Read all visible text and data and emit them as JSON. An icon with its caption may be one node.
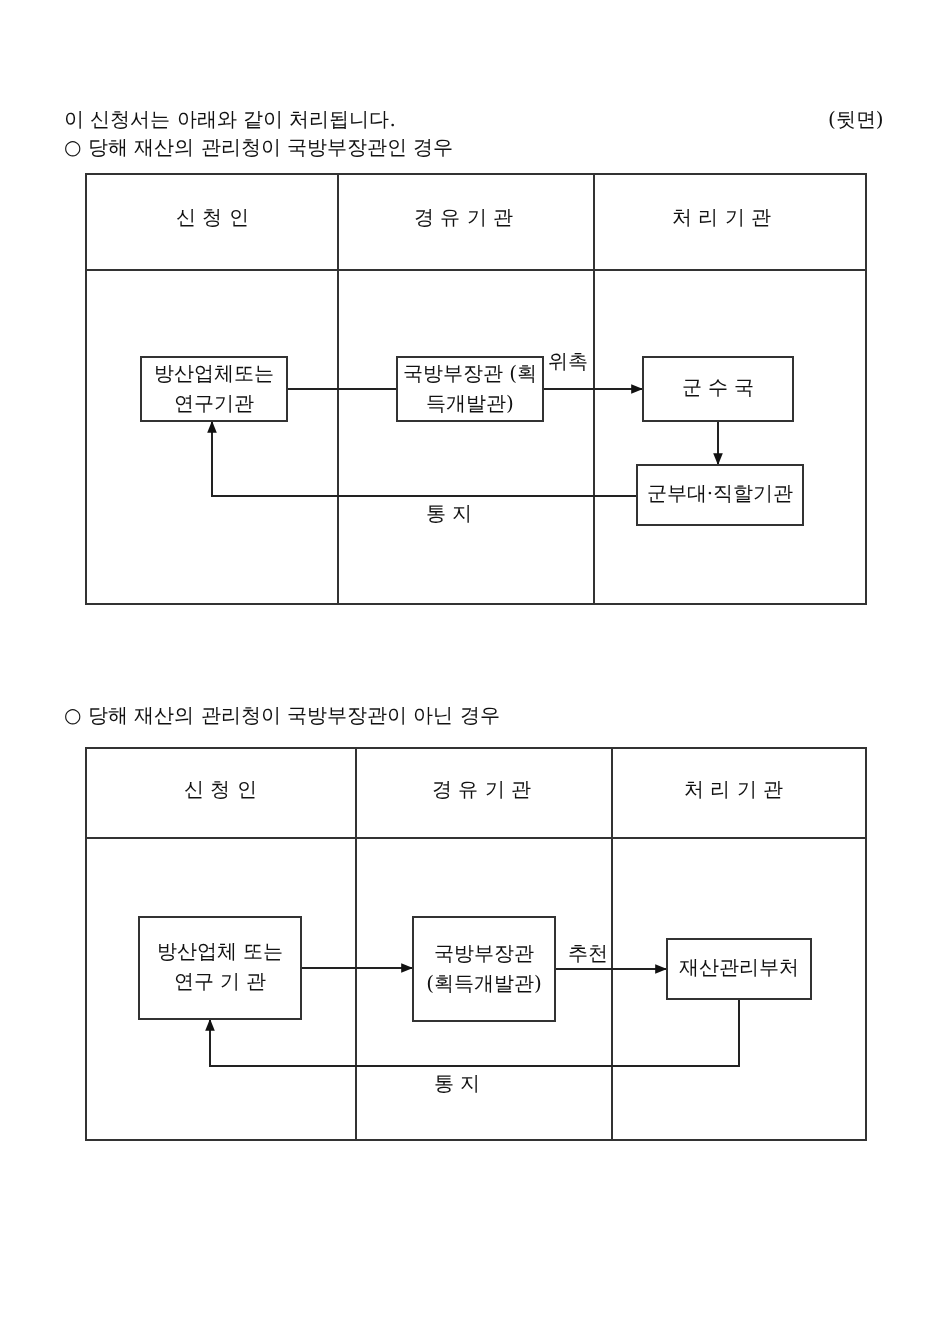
{
  "diagram": {
    "nodes": [
      {
        "text": [
          "방산업체또는 연구기관"
        ]
      },
      {
        "text": [
          "국방부장관 (획득개발관)"
        ]
      },
      {
        "text": [
          "군 수 국"
        ]
      },
      {
        "text": [
          "군부대·직할기관"
        ]
      },
      {
        "text": [
          "방산업체 또는 연구 기 관"
        ]
      },
      {
        "text": [
          "국방부장관 (획득개발관)"
        ]
      },
      {
        "text": [
          "재산관리부처"
        ]
      }
    ],
    "edges": [
      {
        "from": 0,
        "to": 1,
        "arrow": "none"
      },
      {
        "from": 1,
        "to": 2,
        "arrow": "to",
        "label": "위촉"
      },
      {
        "from": 2,
        "to": 3,
        "arrow": "to"
      },
      {
        "from": 3,
        "to": 0,
        "arrow": "to",
        "label": "통 지"
      },
      {
        "from": 4,
        "to": 5,
        "arrow": "to"
      },
      {
        "from": 5,
        "to": 6,
        "arrow": "to",
        "label": "추천"
      },
      {
        "from": 6,
        "to": 4,
        "arrow": "to",
        "label": "통 지"
      }
    ],
    "labels": [
      "이 신청서는 아래와 같이 처리됩니다.",
      "(뒷면)",
      "○ 당해 재산의 관리청이 국방부장관인 경우",
      "신 청 인",
      "경 유 기 관",
      "처 리 기 관",
      "○ 당해 재산의 관리청이 국방부장관이 아닌 경우",
      "신 청 인",
      "경 유 기 관",
      "처 리 기 관"
    ]
  }
}
